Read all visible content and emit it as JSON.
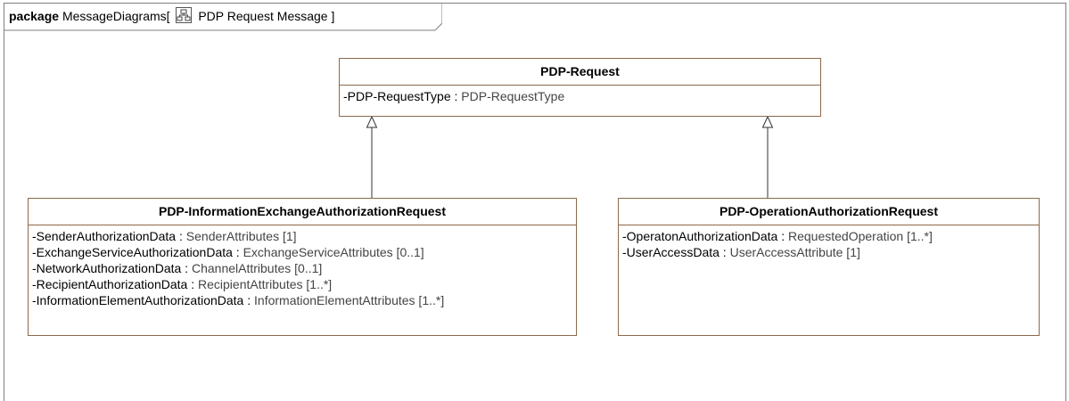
{
  "frame": {
    "keyword": "package",
    "name": "MessageDiagrams",
    "open_bracket": "[",
    "diagram_icon": "class-diagram-icon",
    "diagram_title": "PDP Request Message",
    "close_bracket": "]"
  },
  "classes": {
    "parent": {
      "name": "PDP-Request",
      "attributes": [
        {
          "name": "-PDP-RequestType",
          "sep": " : ",
          "type": "PDP-RequestType"
        }
      ]
    },
    "left": {
      "name": "PDP-InformationExchangeAuthorizationRequest",
      "attributes": [
        {
          "name": "-SenderAuthorizationData",
          "sep": " : ",
          "type": "SenderAttributes [1]"
        },
        {
          "name": "-ExchangeServiceAuthorizationData",
          "sep": " : ",
          "type": "ExchangeServiceAttributes [0..1]"
        },
        {
          "name": "-NetworkAuthorizationData",
          "sep": " : ",
          "type": "ChannelAttributes [0..1]"
        },
        {
          "name": "-RecipientAuthorizationData",
          "sep": " : ",
          "type": "RecipientAttributes [1..*]"
        },
        {
          "name": "-InformationElementAuthorizationData",
          "sep": " : ",
          "type": "InformationElementAttributes [1..*]"
        }
      ]
    },
    "right": {
      "name": "PDP-OperationAuthorizationRequest",
      "attributes": [
        {
          "name": "-OperatonAuthorizationData",
          "sep": " : ",
          "type": "RequestedOperation [1..*]"
        },
        {
          "name": "-UserAccessData",
          "sep": " : ",
          "type": "UserAccessAttribute [1]"
        }
      ]
    }
  },
  "relationships": [
    {
      "type": "generalization",
      "from": "left",
      "to": "parent"
    },
    {
      "type": "generalization",
      "from": "right",
      "to": "parent"
    }
  ]
}
